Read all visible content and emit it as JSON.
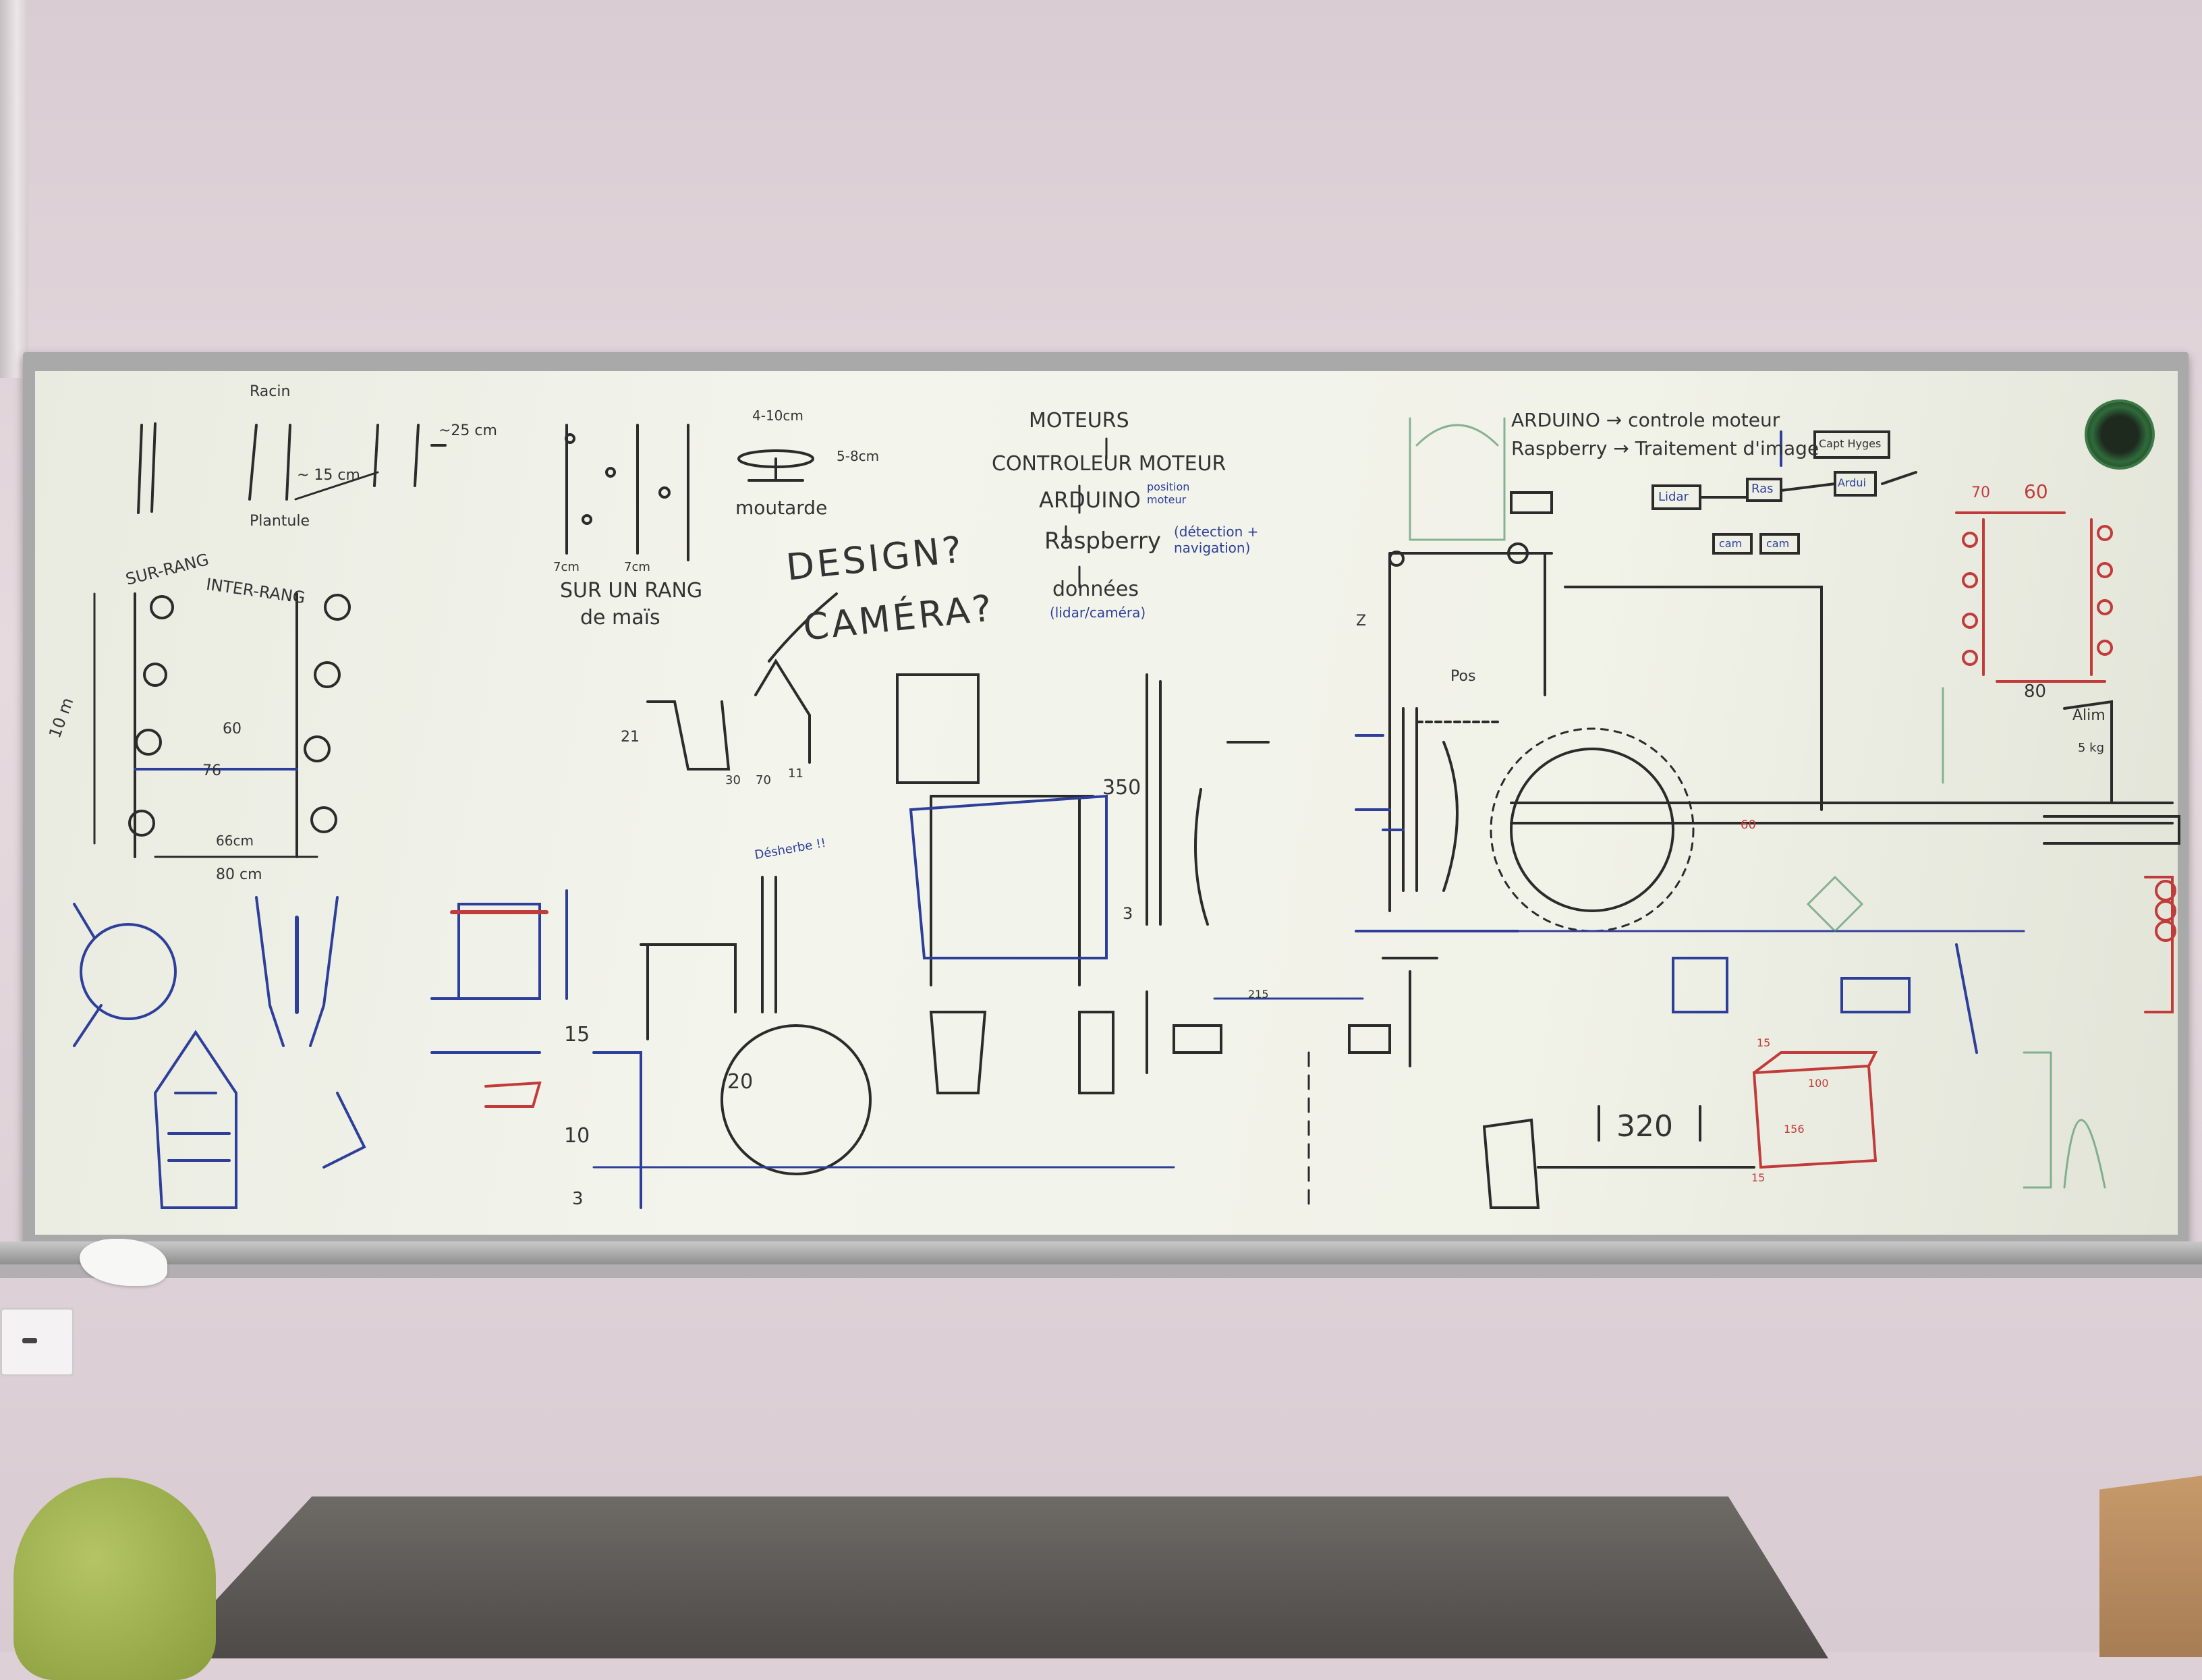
{
  "whiteboard": {
    "row_spacing": {
      "top": "Racin",
      "right": "~25 cm",
      "middle": "~ 15 cm",
      "bottom": "Plantule"
    },
    "rows": {
      "sur_rang": "SUR-RANG",
      "inter_rang": "INTER-RANG",
      "height": "10 m",
      "d1": "60",
      "d2": "76",
      "width_inner": "66cm",
      "width_outer": "80 cm"
    },
    "corn_rows": {
      "a": "7cm",
      "b": "7cm",
      "caption1": "SUR UN RANG",
      "caption2": "de maïs"
    },
    "wheel_note": {
      "width": "4-10cm",
      "height": "5-8cm",
      "label": "moutarde"
    },
    "architecture": {
      "l1": "MOTEURS",
      "l2": "CONTROLEUR MOTEUR",
      "l3": "ARDUINO",
      "l3b": "position moteur",
      "l4": "Raspberry",
      "l4b": "(détection + navigation)",
      "l5": "données",
      "l6": "(lidar/caméra)"
    },
    "design": {
      "title": "DESIGN?",
      "camera": "CAMÉRA?"
    },
    "dims_left": {
      "h": "21",
      "a": "30",
      "b": "70",
      "c": "11"
    },
    "frame_dims": {
      "a": "350",
      "b": "3"
    },
    "tool_dims": {
      "a": "15",
      "b": "10",
      "c": "3",
      "d": "20",
      "note": "Désherbe !!"
    },
    "shaft_dims": {
      "len": "215"
    },
    "right_top": {
      "a1": "ARDUINO → controle moteur",
      "a2": "Raspberry → Traitement d'image",
      "capt": "Capt Hyges",
      "lidar": "Lidar",
      "ras": "Ras",
      "ard": "Ardui",
      "cam1": "cam",
      "cam2": "cam"
    },
    "chassis": {
      "w1": "70",
      "w2": "60",
      "w3": "80",
      "alim": "Alim",
      "alim_w": "5 kg",
      "z": "Z",
      "pos": "Pos",
      "dim": "60"
    },
    "bottom_right": {
      "len": "320",
      "b1": "15",
      "b2": "100",
      "b3": "156",
      "b4": "15"
    }
  },
  "colors": {
    "black": "#2b2b2b",
    "blue": "#2d3f9a",
    "red": "#c23b3b",
    "green": "#3f8a5a",
    "board": "#f1f2e8"
  }
}
